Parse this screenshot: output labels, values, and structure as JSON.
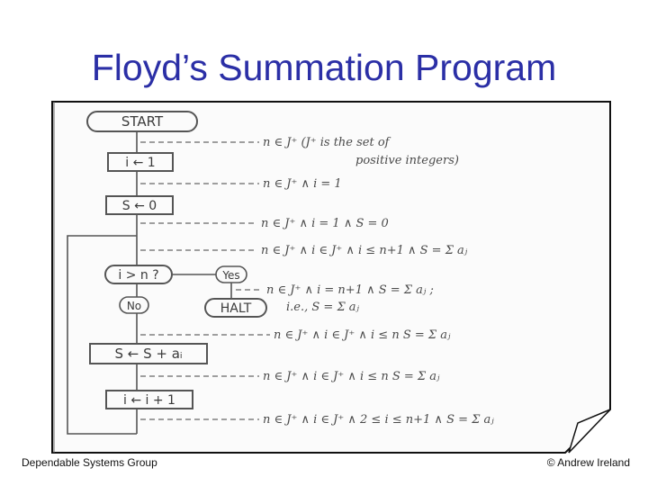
{
  "slide": {
    "title": "Floyd’s Summation Program",
    "footer_left": "Dependable Systems Group",
    "footer_right": "© Andrew Ireland"
  },
  "flowchart": {
    "start": "START",
    "init_i": "i ← 1",
    "init_s": "S ← 0",
    "test": "i > n ?",
    "yes": "Yes",
    "no": "No",
    "halt": "HALT",
    "body_s": "S ← S + aᵢ",
    "body_i": "i ← i + 1"
  },
  "assertions": [
    "n ∈ J⁺  (J⁺ is the set of",
    "positive integers)",
    "n ∈ J⁺ ∧ i = 1",
    "n ∈ J⁺ ∧ i = 1 ∧ S = 0",
    "n ∈ J⁺ ∧ i ∈ J⁺ ∧ i ≤ n+1 ∧ S = Σ aⱼ",
    "n ∈ J⁺ ∧ i = n+1 ∧ S = Σ aⱼ ;",
    "i.e., S = Σ aⱼ",
    "n ∈ J⁺ ∧ i ∈ J⁺ ∧ i ≤ n  S = Σ aⱼ",
    "n ∈ J⁺ ∧ i ∈ J⁺ ∧ i ≤ n  S = Σ aⱼ",
    "n ∈ J⁺ ∧ i ∈ J⁺ ∧ 2 ≤ i ≤ n+1 ∧ S = Σ aⱼ"
  ]
}
